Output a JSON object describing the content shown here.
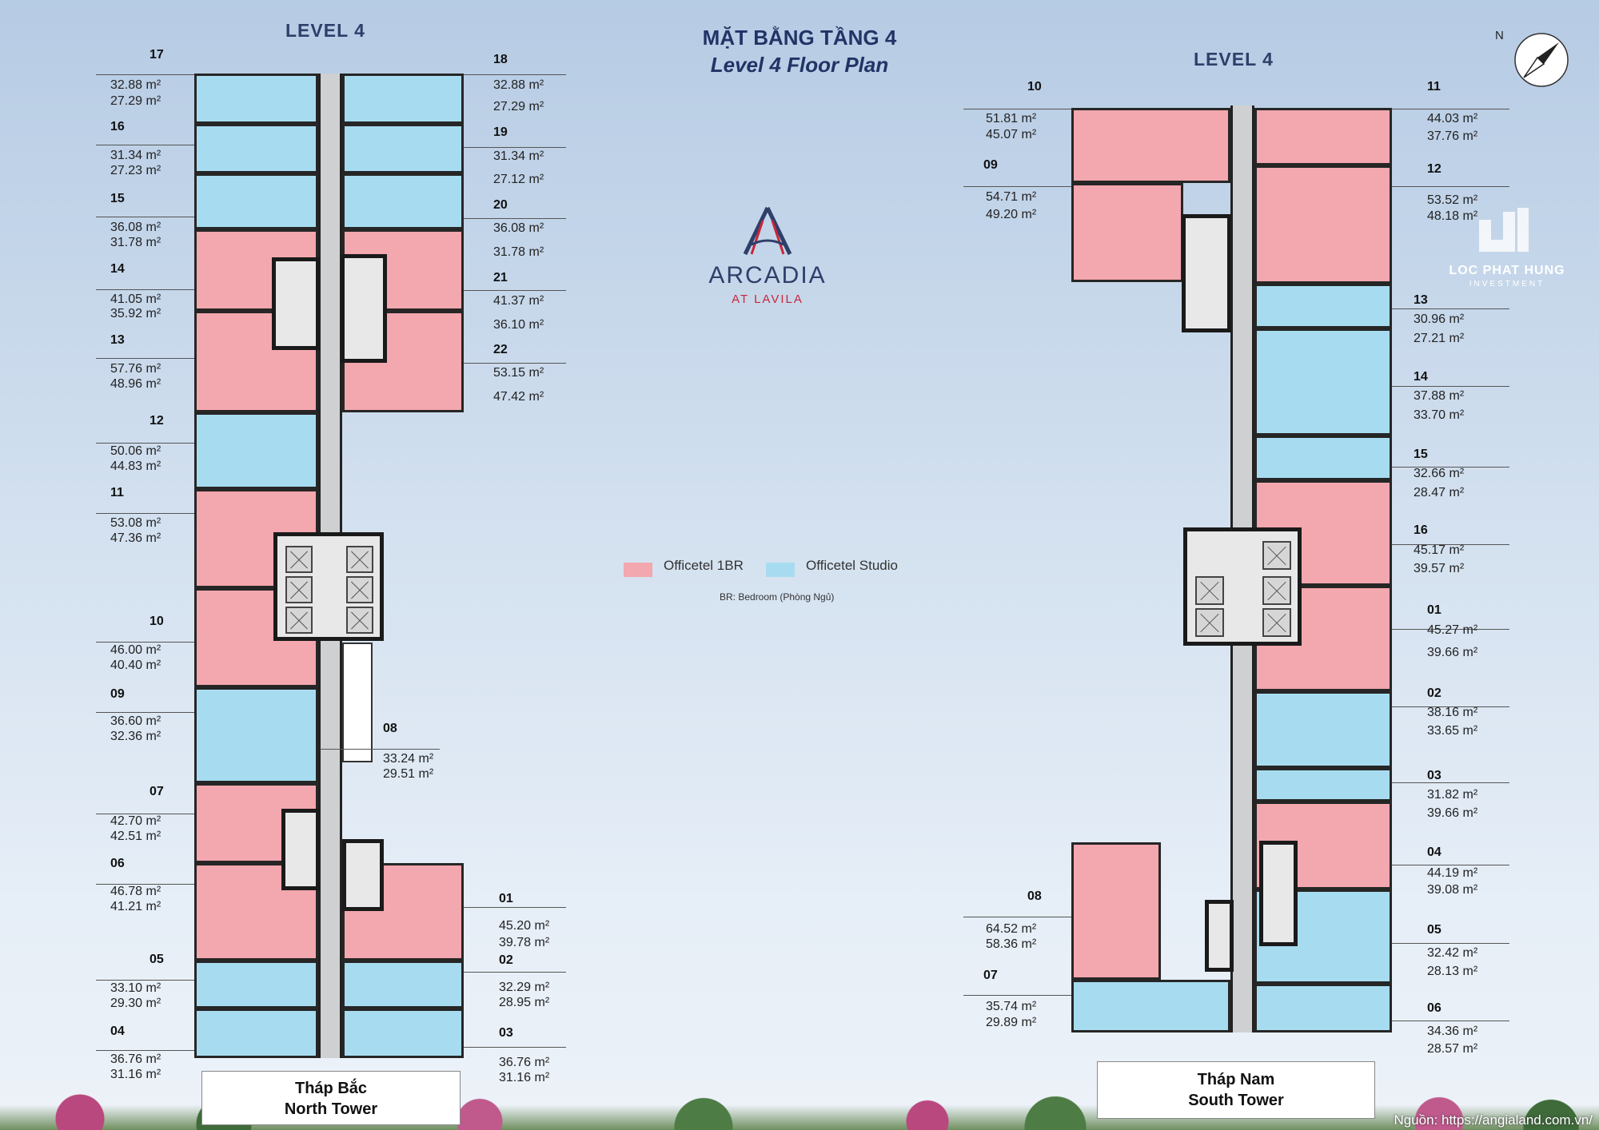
{
  "title": {
    "vi": "MẶT BẰNG TẦNG 4",
    "en": "Level 4 Floor Plan"
  },
  "brand": {
    "name": "ARCADIA",
    "sub": "AT LAVILA",
    "color": "#2e3f6a",
    "accent": "#c8263a"
  },
  "watermark": {
    "name": "LOC PHAT HUNG",
    "sub": "INVESTMENT"
  },
  "compass": {
    "label": "N",
    "icon": "north-arrow-icon"
  },
  "legend": {
    "items": [
      {
        "label": "Officetel 1BR",
        "color": "#f3a7ae"
      },
      {
        "label": "Officetel Studio",
        "color": "#a7dcf0"
      }
    ],
    "note": "BR: Bedroom (Phòng Ngủ)"
  },
  "source": "Nguồn: https://angialand.com.vn/",
  "north": {
    "level": "LEVEL 4",
    "tower_vi": "Tháp Bắc",
    "tower_en": "North Tower",
    "units": [
      {
        "no": "17",
        "a": "32.88  m²",
        "b": "27.29 m²"
      },
      {
        "no": "16",
        "a": "31.34  m²",
        "b": "27.23 m²"
      },
      {
        "no": "15",
        "a": "36.08  m²",
        "b": "31.78 m²"
      },
      {
        "no": "14",
        "a": "41.05  m²",
        "b": "35.92 m²"
      },
      {
        "no": "13",
        "a": "57.76 m²",
        "b": "48.96 m²"
      },
      {
        "no": "12",
        "a": "50.06  m²",
        "b": "44.83 m²"
      },
      {
        "no": "11",
        "a": "53.08 m²",
        "b": "47.36 m²"
      },
      {
        "no": "10",
        "a": "46.00  m²",
        "b": "40.40 m²"
      },
      {
        "no": "09",
        "a": "36.60 m²",
        "b": "32.36 m²"
      },
      {
        "no": "08",
        "a": "33.24  m²",
        "b": "29.51 m²"
      },
      {
        "no": "07",
        "a": "42.70  m²",
        "b": "42.51 m²"
      },
      {
        "no": "06",
        "a": "46.78 m²",
        "b": "41.21 m²"
      },
      {
        "no": "05",
        "a": "33.10  m²",
        "b": "29.30 m²"
      },
      {
        "no": "04",
        "a": "36.76 m²",
        "b": "31.16 m²"
      },
      {
        "no": "18",
        "a": "32.88 m²",
        "b": "27.29 m²"
      },
      {
        "no": "19",
        "a": "31.34 m²",
        "b": "27.12 m²"
      },
      {
        "no": "20",
        "a": "36.08 m²",
        "b": "31.78 m²"
      },
      {
        "no": "21",
        "a": "41.37 m²",
        "b": "36.10 m²"
      },
      {
        "no": "22",
        "a": "53.15 m²",
        "b": "47.42 m²"
      },
      {
        "no": "01",
        "a": "45.20 m²",
        "b": "39.78 m²"
      },
      {
        "no": "02",
        "a": "32.29 m²",
        "b": "28.95 m²"
      },
      {
        "no": "03",
        "a": "36.76 m²",
        "b": "31.16 m²"
      }
    ]
  },
  "south": {
    "level": "LEVEL 4",
    "tower_vi": "Tháp Nam",
    "tower_en": "South Tower",
    "units": [
      {
        "no": "10",
        "a": "51.81   m²",
        "b": "45.07 m²"
      },
      {
        "no": "09",
        "a": "54.71 m²",
        "b": "49.20 m²"
      },
      {
        "no": "08",
        "a": "64.52  m²",
        "b": "58.36 m²"
      },
      {
        "no": "07",
        "a": "35.74 m²",
        "b": "29.89 m²"
      },
      {
        "no": "11",
        "a": "44.03 m²",
        "b": "37.76 m²"
      },
      {
        "no": "12",
        "a": "53.52 m²",
        "b": "48.18 m²"
      },
      {
        "no": "13",
        "a": "30.96 m²",
        "b": "27.21 m²"
      },
      {
        "no": "14",
        "a": "37.88 m²",
        "b": "33.70 m²"
      },
      {
        "no": "15",
        "a": "32.66 m²",
        "b": "28.47 m²"
      },
      {
        "no": "16",
        "a": "45.17 m²",
        "b": "39.57 m²"
      },
      {
        "no": "01",
        "a": "45.27 m²",
        "b": "39.66 m²"
      },
      {
        "no": "02",
        "a": "38.16 m²",
        "b": "33.65 m²"
      },
      {
        "no": "03",
        "a": "31.82 m²",
        "b": "39.66 m²"
      },
      {
        "no": "04",
        "a": "44.19 m²",
        "b": "39.08 m²"
      },
      {
        "no": "05",
        "a": "32.42 m²",
        "b": "28.13 m²"
      },
      {
        "no": "06",
        "a": "34.36 m²",
        "b": "28.57 m²"
      }
    ]
  }
}
